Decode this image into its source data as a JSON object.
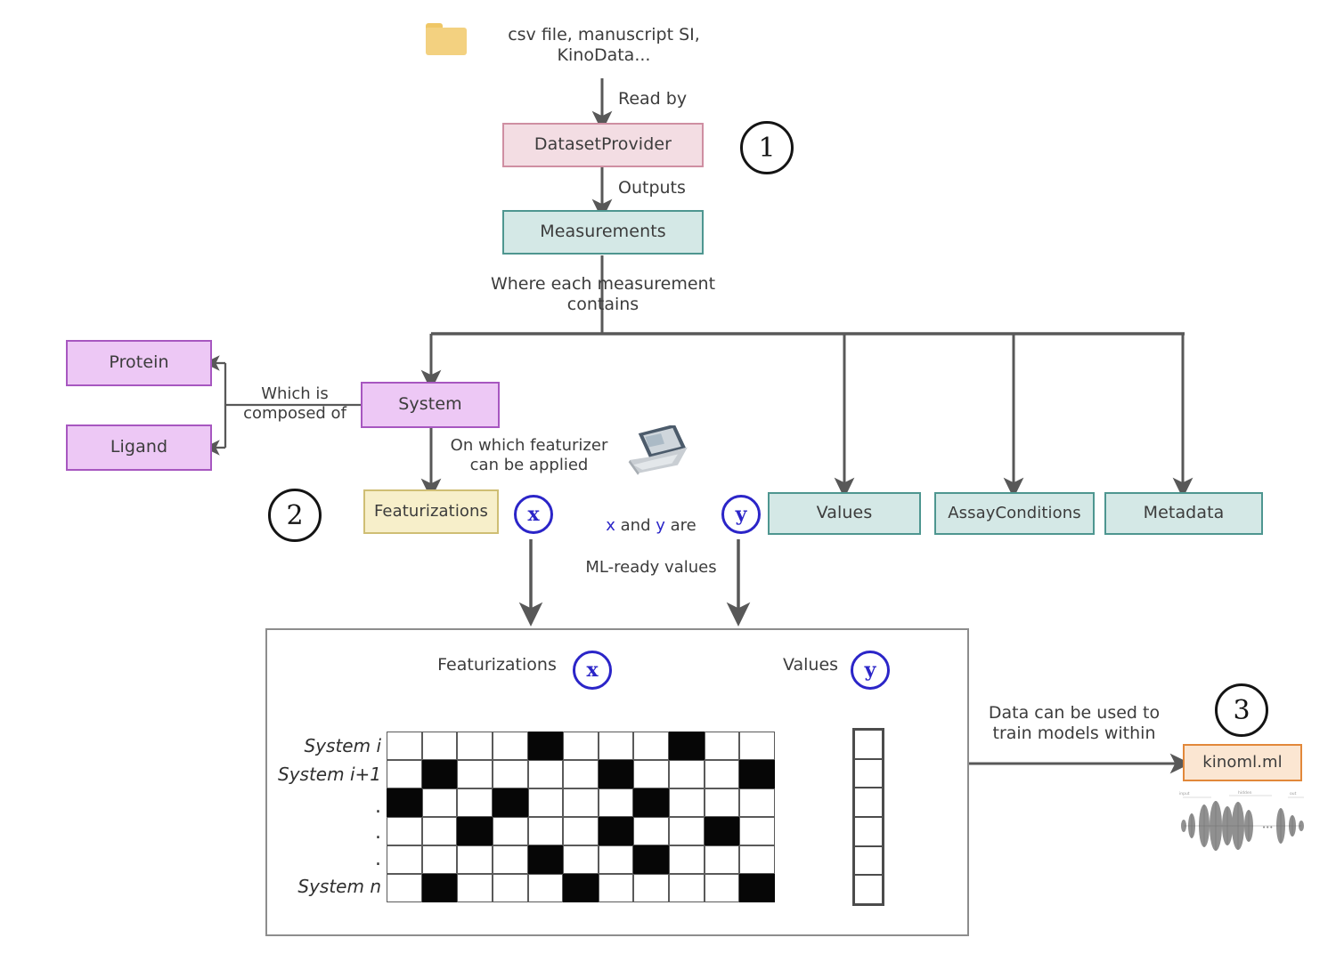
{
  "diagram": {
    "title": "KinoML data pipeline",
    "source_label": "csv file, manuscript SI,\nKinoData...",
    "steps": {
      "one": "1",
      "two": "2",
      "three": "3"
    },
    "edges": {
      "read_by": "Read by",
      "outputs": "Outputs",
      "where_each": "Where each measurement\ncontains",
      "composed_of": "Which is\ncomposed of",
      "featurizer_applied": "On which featurizer\ncan be applied",
      "ml_ready": "ML-ready values",
      "ml_ready_prefix_x": "x",
      "ml_ready_and": " and ",
      "ml_ready_prefix_y": "y",
      "ml_ready_are": " are",
      "train_within": "Data can be used to\ntrain models within"
    },
    "nodes": {
      "dataset_provider": "DatasetProvider",
      "measurements": "Measurements",
      "protein": "Protein",
      "ligand": "Ligand",
      "system": "System",
      "featurizations": "Featurizations",
      "values": "Values",
      "assay_conditions": "AssayConditions",
      "metadata": "Metadata",
      "kinoml_ml": "kinoml.ml"
    },
    "badges": {
      "x": "x",
      "y": "y"
    },
    "panel": {
      "featurizations_label": "Featurizations",
      "values_label": "Values",
      "row_labels": [
        "System i",
        "System i+1",
        "System n"
      ],
      "ellipsis_dots": [
        ".",
        ".",
        ".",
        "."
      ]
    },
    "icons": {
      "folder": "folder-icon",
      "laptop": "laptop-icon",
      "neural_net": "neural-network-icon"
    },
    "colors": {
      "pink_fill": "#f3dde3",
      "pink_border": "#cf8fa2",
      "teal_fill": "#d4e8e6",
      "teal_border": "#4e9690",
      "purple_fill": "#edc8f5",
      "purple_border": "#a757c0",
      "yellow_fill": "#f7efca",
      "yellow_border": "#cfbe74",
      "orange_fill": "#fbe6d2",
      "orange_border": "#e2883a",
      "blue_accent": "#2b25c8",
      "arrow_gray": "#585858",
      "folder_yellow": "#f3d180"
    }
  },
  "chart_data": {
    "type": "heatmap",
    "title": "Featurizations (x) matrix and Values (y) vector",
    "rows": 6,
    "cols": 11,
    "row_labels": [
      "System i",
      "System i+1",
      "",
      "",
      "",
      "System n"
    ],
    "legend": [
      "0 = white",
      "1 = black"
    ],
    "matrix": [
      [
        0,
        0,
        0,
        0,
        1,
        0,
        0,
        0,
        1,
        0,
        0
      ],
      [
        0,
        1,
        0,
        0,
        0,
        0,
        1,
        0,
        0,
        0,
        1
      ],
      [
        1,
        0,
        0,
        1,
        0,
        0,
        0,
        1,
        0,
        0,
        0
      ],
      [
        0,
        0,
        1,
        0,
        0,
        0,
        1,
        0,
        0,
        1,
        0
      ],
      [
        0,
        0,
        0,
        0,
        1,
        0,
        0,
        1,
        0,
        0,
        0
      ],
      [
        0,
        1,
        0,
        0,
        0,
        1,
        0,
        0,
        0,
        0,
        1
      ]
    ],
    "values_vector": [
      0,
      0,
      0,
      0,
      0,
      0
    ]
  }
}
